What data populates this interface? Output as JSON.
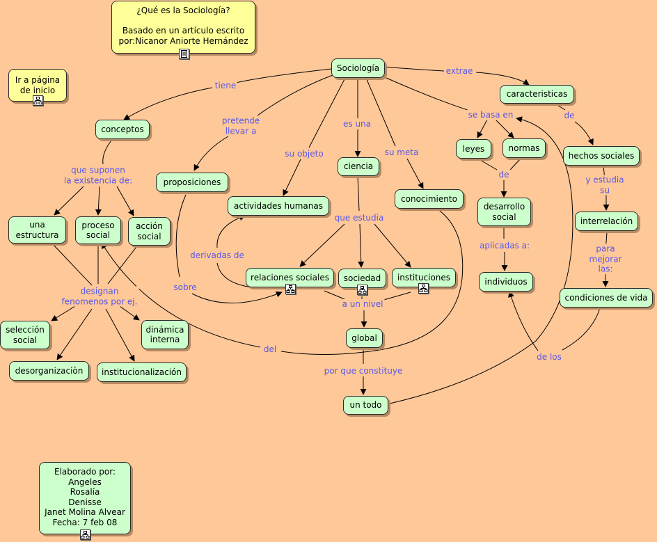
{
  "colors": {
    "background": "#ffc899",
    "node_fill": "#ccffcc",
    "note_fill": "#ffff99",
    "link_label": "#5858e8",
    "line": "#000000"
  },
  "nodes": {
    "title_note": "¿Qué es la Sociología?\n\nBasado en un artículo escrito\npor:Nicanor Aniorte Hernández",
    "home_link": "Ir a página\nde inicio",
    "sociologia": "Sociología",
    "caracteristicas": "caracteristicas",
    "conceptos": "conceptos",
    "proposiciones": "proposiciones",
    "actividades_humanas": "actividades humanas",
    "ciencia": "ciencia",
    "conocimiento": "conocimiento",
    "leyes": "leyes",
    "normas": "normas",
    "hechos_sociales": "hechos sociales",
    "desarrollo_social": "desarrollo\nsocial",
    "interrelacion": "interrelación",
    "una_estructura": "una\nestructura",
    "proceso_social": "proceso\nsocial",
    "accion_social": "acción\nsocial",
    "relaciones_sociales": "relaciones sociales",
    "sociedad": "sociedad",
    "instituciones": "instituciones",
    "individuos": "individuos",
    "condiciones_de_vida": "condiciones de vida",
    "seleccion_social": "selección\nsocial",
    "dinamica_interna": "dinámica\ninterna",
    "global": "global",
    "desorganizacion": "desorganizaciòn",
    "institucionalizacion": "institucionalización",
    "un_todo": "un todo",
    "credits": "Elaborado por:\nAngeles\nRosalía\nDenisse\nJanet Molina Alvear\nFecha: 7 feb 08"
  },
  "links": {
    "tiene": "tiene",
    "extrae": "extrae",
    "pretende_llevar_a": "pretende\nllevar a",
    "es_una": "es una",
    "se_basa_en": "se basa en",
    "de_caracteristicas": "de",
    "su_objeto": "su objeto",
    "su_meta": "su meta",
    "que_suponen": "que suponen\nla existencia de:",
    "de_leyes_normas": "de",
    "y_estudia_su": "y estudia su",
    "que_estudia": "que estudia",
    "aplicadas_a": "aplicadas a:",
    "derivadas_de": "derivadas de",
    "para_mejorar_las": "para mejorar las:",
    "sobre": "sobre",
    "designan": "designan\nfenomenos por ej.",
    "a_un_nivel": "a un nivel",
    "del": "del",
    "de_los": "de los",
    "por_que_constituye": "por que constituye"
  }
}
